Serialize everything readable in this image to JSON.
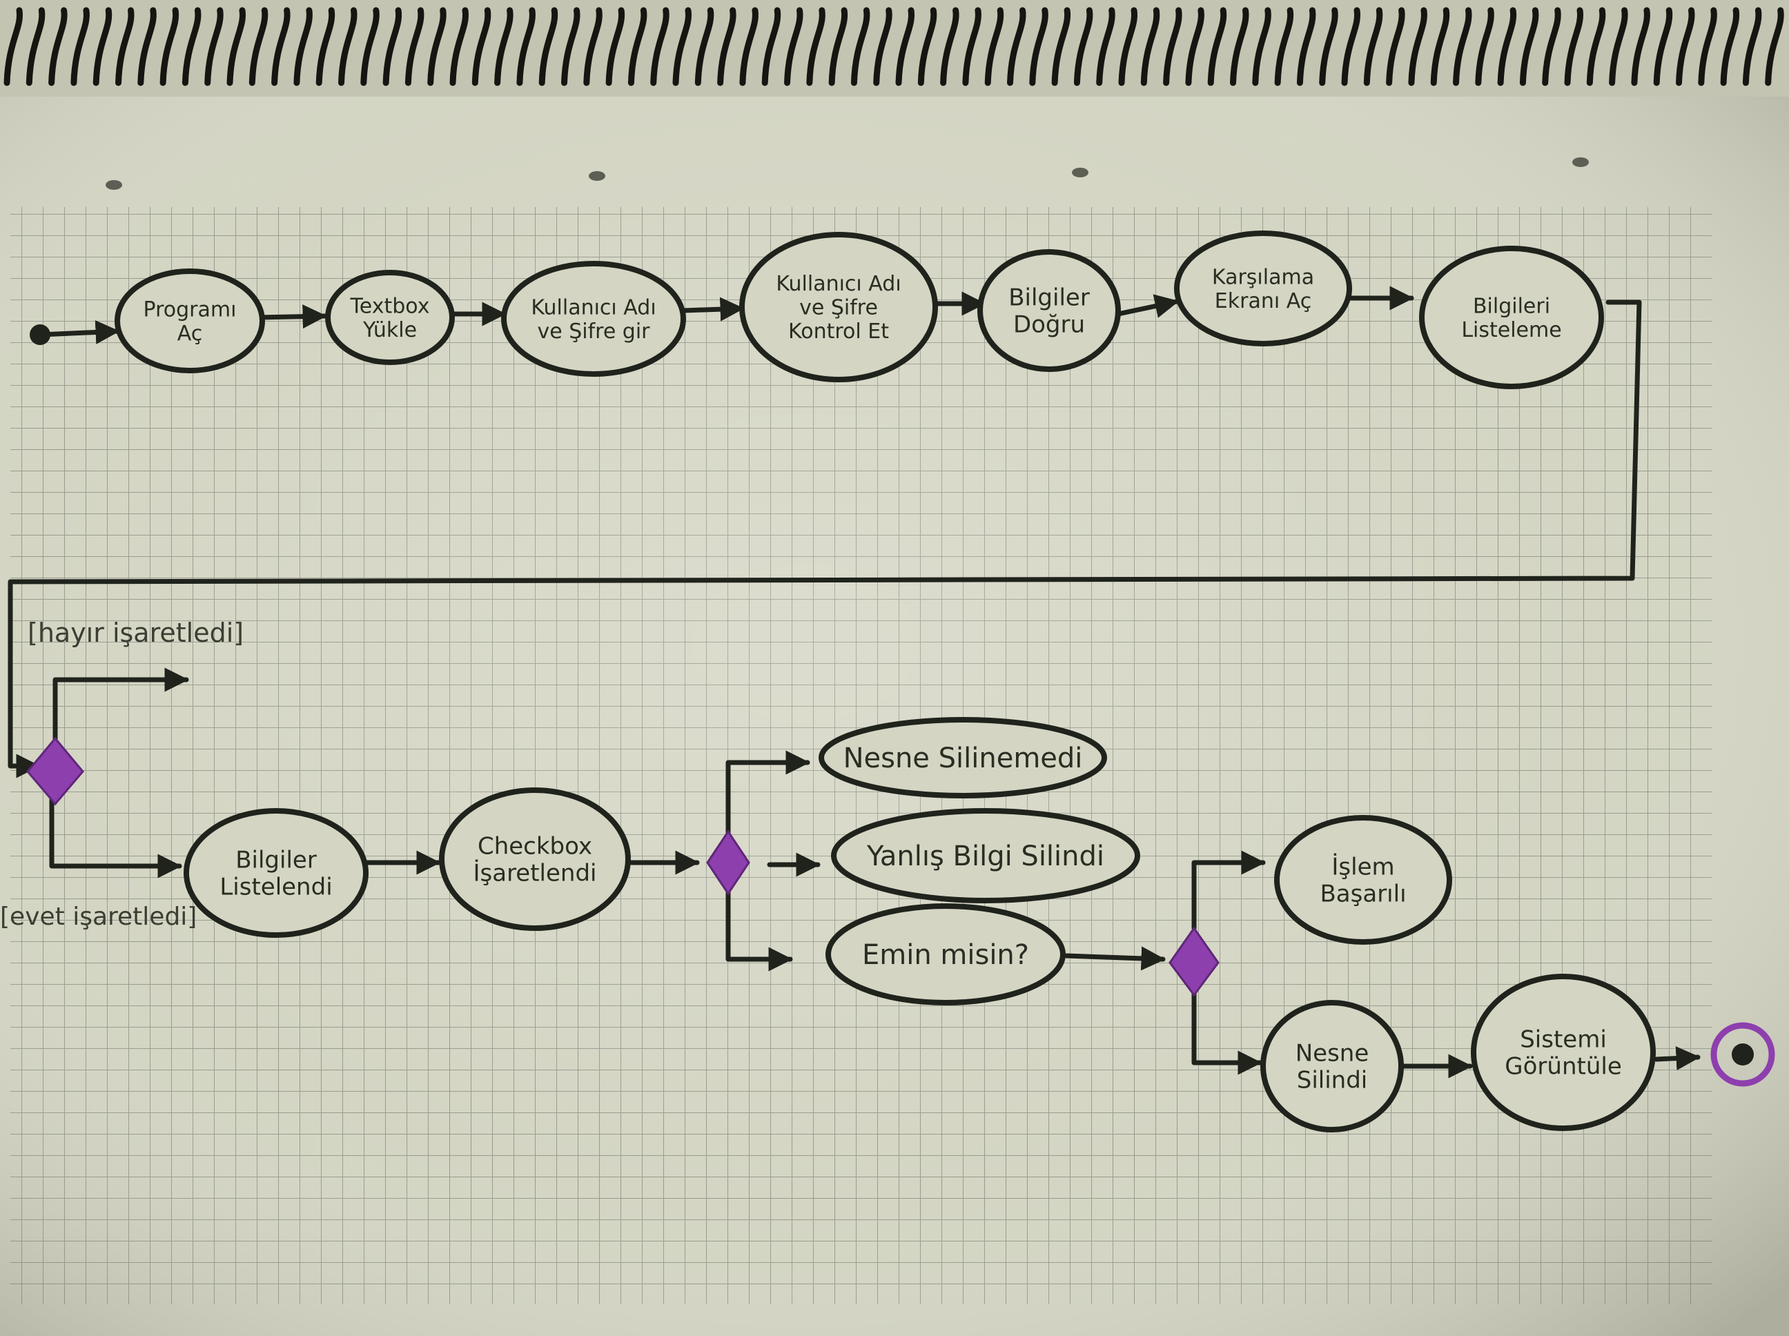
{
  "diagram": {
    "type": "activity-diagram",
    "colors": {
      "paper": "#d4d5c3",
      "grid": "#8e9285",
      "ink": "#1f231c",
      "decision": "#8d3fae",
      "final_ring": "#8d3fae"
    },
    "nodes": [
      {
        "id": "n1",
        "lines": [
          "Programı",
          "Aç"
        ]
      },
      {
        "id": "n2",
        "lines": [
          "Textbox",
          "Yükle"
        ]
      },
      {
        "id": "n3",
        "lines": [
          "Kullanıcı Adı",
          "ve Şifre gir"
        ]
      },
      {
        "id": "n4",
        "lines": [
          "Kullanıcı Adı",
          "ve Şifre",
          "Kontrol Et"
        ]
      },
      {
        "id": "n5",
        "lines": [
          "Bilgiler",
          "Doğru"
        ]
      },
      {
        "id": "n6",
        "lines": [
          "Karşılama",
          "Ekranı Aç"
        ]
      },
      {
        "id": "n7",
        "lines": [
          "Bilgileri",
          "Listeleme"
        ]
      },
      {
        "id": "n8",
        "lines": [
          "Bilgiler",
          "Listelendi"
        ]
      },
      {
        "id": "n9",
        "lines": [
          "Checkbox",
          "İşaretlendi"
        ]
      },
      {
        "id": "n10",
        "lines": [
          "Nesne Silinemedi"
        ]
      },
      {
        "id": "n11",
        "lines": [
          "Yanlış Bilgi Silindi"
        ]
      },
      {
        "id": "n12",
        "lines": [
          "Emin misin?"
        ]
      },
      {
        "id": "n13",
        "lines": [
          "İşlem",
          "Başarılı"
        ]
      },
      {
        "id": "n14",
        "lines": [
          "Nesne",
          "Silindi"
        ]
      },
      {
        "id": "n15",
        "lines": [
          "Sistemi",
          "Görüntüle"
        ]
      }
    ],
    "guards": {
      "top": "[hayır işaretledi]",
      "bottom": "[evet işaretledi]"
    }
  }
}
